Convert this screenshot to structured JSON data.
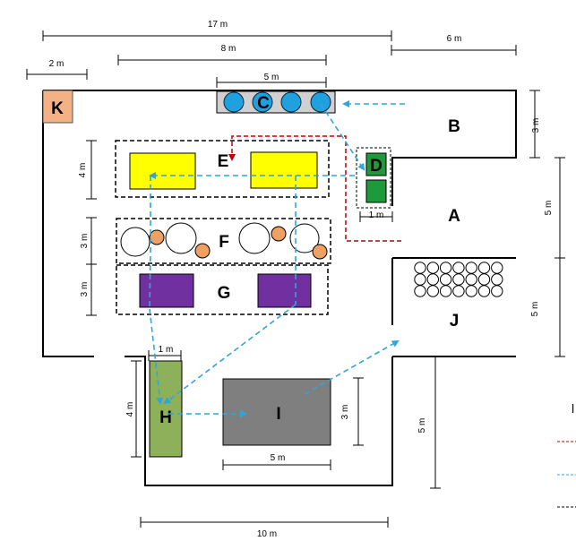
{
  "zones": {
    "A": "A",
    "B": "B",
    "C": "C",
    "D": "D",
    "E": "E",
    "F": "F",
    "G": "G",
    "H": "H",
    "I": "I",
    "J": "J",
    "K": "K"
  },
  "dimensions": {
    "total_width": "17 m",
    "inner_width": "8 m",
    "c_width": "5 m",
    "right_width": "6 m",
    "k_width": "2 m",
    "b_height": "3 m",
    "a_height": "5 m",
    "j_height": "5 m",
    "e_height": "4 m",
    "f_height": "3 m",
    "g_height": "3 m",
    "d_width": "1 m",
    "h_width": "1 m",
    "h_height": "4 m",
    "i_height": "3 m",
    "i_width": "5 m",
    "lower_height": "5 m",
    "lower_width": "10 m"
  },
  "legend": {
    "partial_letter": "l"
  },
  "colors": {
    "k_fill": "#f4b183",
    "c_container": "#d0d0d0",
    "c_circle": "#1fa1e0",
    "d_fill": "#1e9a3a",
    "e_fill": "#ffff00",
    "g_fill": "#7030a0",
    "h_fill": "#8fb05a",
    "i_fill": "#7f7f7f",
    "orange_circle": "#f0a060",
    "blue_path": "#2ea6dc",
    "red_path": "#c00000",
    "wall": "#000000"
  }
}
